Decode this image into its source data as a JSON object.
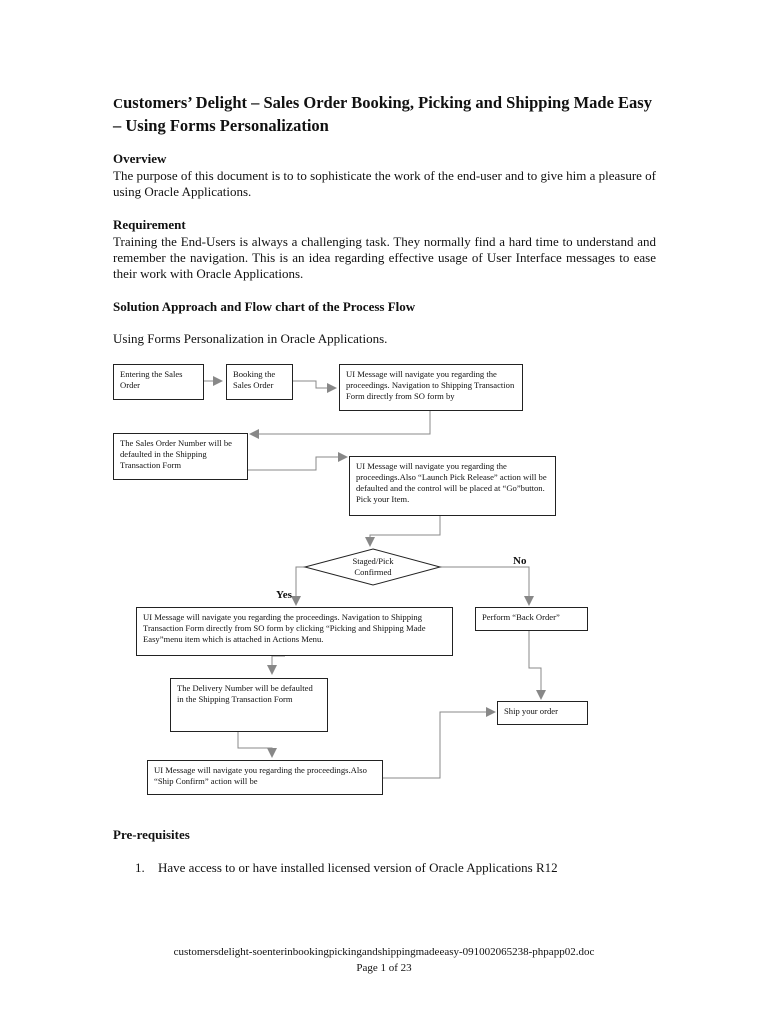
{
  "document": {
    "title_cap": "C",
    "title_rest": "ustomers’ Delight – Sales Order Booking, Picking and Shipping Made Easy – Using Forms Personalization",
    "overview": {
      "heading": "Overview",
      "text": "The purpose of this document is to to sophisticate the work of the end-user and to give him a pleasure of using Oracle Applications."
    },
    "requirement": {
      "heading": "Requirement",
      "text": "Training the End-Users is always a challenging task. They normally find a hard time to understand and remember the navigation. This is an idea regarding effective usage of User Interface messages to ease their work with Oracle Applications."
    },
    "solution": {
      "heading": "Solution Approach and Flow chart of the Process Flow",
      "intro": "Using Forms Personalization in Oracle Applications."
    },
    "prereq": {
      "heading": "Pre-requisites",
      "items": [
        {
          "num": "1.",
          "text": "Have access to or have installed licensed version of Oracle Applications R12"
        }
      ]
    },
    "footer": {
      "filename": "customersdelight-soenterinbookingpickingandshippingmadeeasy-091002065238-phpapp02.doc",
      "page": "Page 1 of 23"
    }
  },
  "flowchart": {
    "nodes": {
      "entering": "Entering the Sales Order",
      "booking": "Booking the Sales Order",
      "ui1": "UI Message will navigate you regarding the proceedings. Navigation to Shipping Transaction Form directly from SO form by",
      "so_number": "The Sales Order Number will be defaulted in the Shipping Transaction Form",
      "ui2": "UI Message will navigate you regarding the proceedings.Also “Launch Pick Release” action will be defaulted and the control will be placed at “Go”button. Pick your Item.",
      "decision": "Staged/Pick Confirmed",
      "ui3": "UI Message will navigate you regarding the proceedings. Navigation to Shipping Transaction Form directly from SO form by clicking “Picking and Shipping Made Easy”menu item which is attached in Actions Menu.",
      "back_order": "Perform “Back Order”",
      "delivery": "The Delivery Number will be defaulted in the Shipping Transaction Form",
      "ship_order": "Ship your order",
      "ui4": "UI Message will navigate you regarding the proceedings.Also “Ship Confirm” action will be"
    },
    "labels": {
      "yes": "Yes",
      "no": "No"
    }
  }
}
